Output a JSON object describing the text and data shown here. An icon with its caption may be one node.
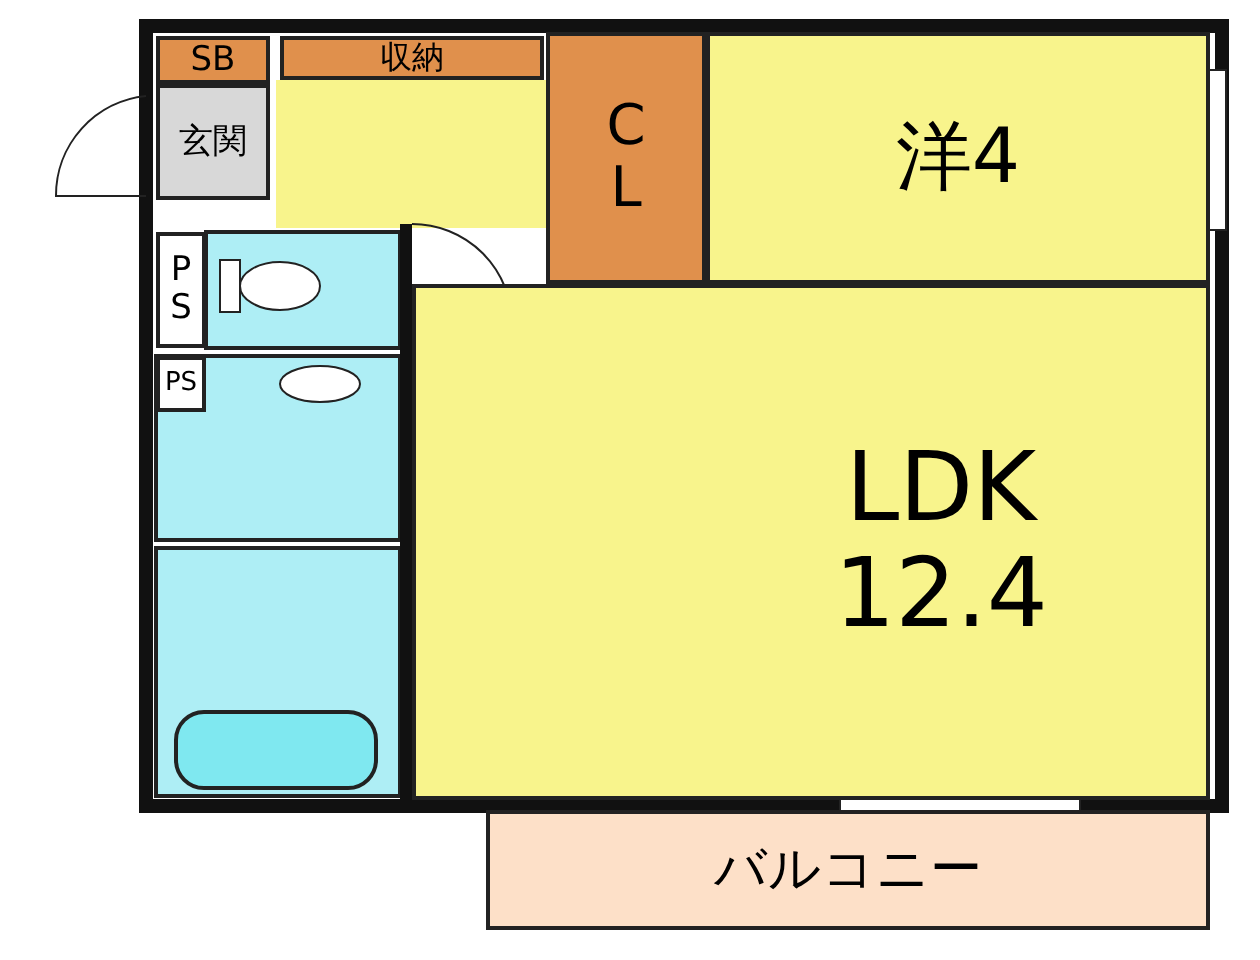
{
  "diagram": {
    "nodes": [
      {
        "text": [
          "SB"
        ]
      },
      {
        "text": [
          "収納"
        ]
      },
      {
        "text": [
          "C L"
        ]
      },
      {
        "text": [
          "洋4"
        ]
      },
      {
        "text": [
          "玄関"
        ]
      },
      {
        "text": [
          "P S"
        ]
      },
      {
        "text": [
          "PS"
        ]
      },
      {
        "text": [
          "LDK 12.4"
        ]
      },
      {
        "text": [
          "バルコニー"
        ]
      }
    ]
  }
}
